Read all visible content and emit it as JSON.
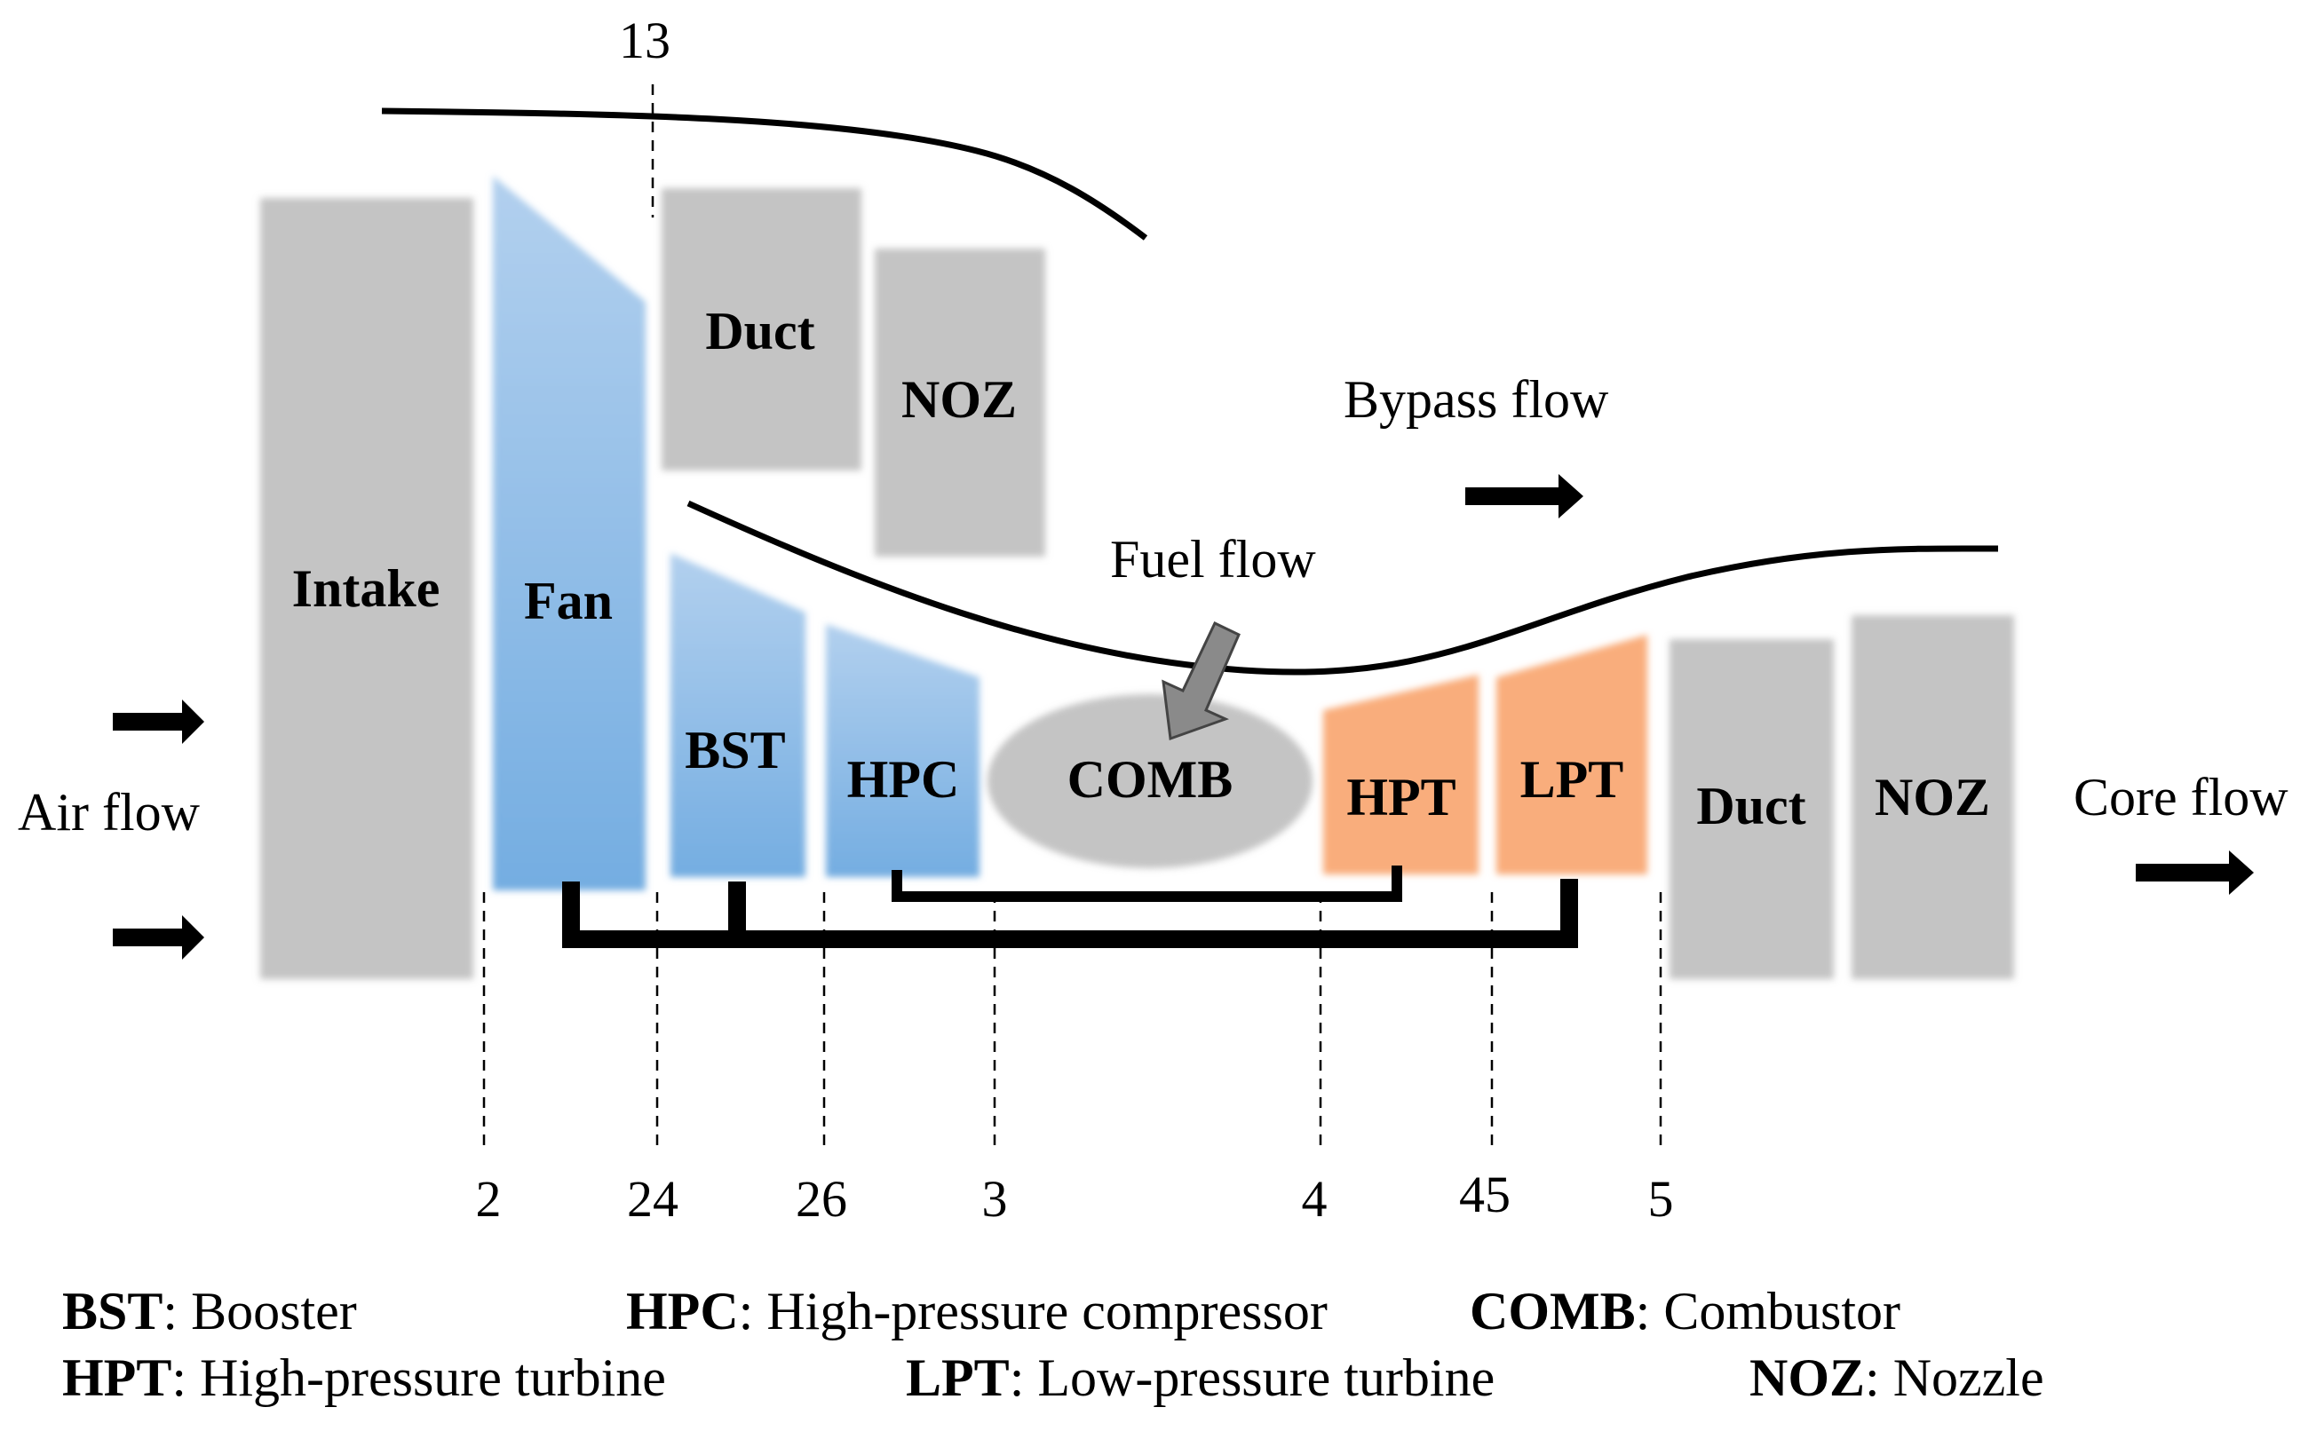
{
  "components": {
    "intake": "Intake",
    "fan": "Fan",
    "bypass_duct": "Duct",
    "bypass_nozzle": "NOZ",
    "booster": "BST",
    "hpc": "HPC",
    "combustor": "COMB",
    "hpt": "HPT",
    "lpt": "LPT",
    "core_duct": "Duct",
    "core_nozzle": "NOZ"
  },
  "flows": {
    "air": "Air flow",
    "bypass": "Bypass flow",
    "fuel": "Fuel flow",
    "core": "Core flow"
  },
  "stations": {
    "s13": "13",
    "s2": "2",
    "s24": "24",
    "s26": "26",
    "s3": "3",
    "s4": "4",
    "s45": "45",
    "s5": "5"
  },
  "legend": [
    {
      "abbr": "BST",
      "desc": ": Booster"
    },
    {
      "abbr": "HPC",
      "desc": ": High-pressure compressor"
    },
    {
      "abbr": "COMB",
      "desc": ": Combustor"
    },
    {
      "abbr": "HPT",
      "desc": ": High-pressure turbine"
    },
    {
      "abbr": "LPT",
      "desc": ": Low-pressure turbine"
    },
    {
      "abbr": "NOZ",
      "desc": ": Nozzle"
    }
  ],
  "colors": {
    "gray_block": "#c4c4c4",
    "compressor_blue_top": "#a9c9ea",
    "compressor_blue_bottom": "#78b0e2",
    "turbine_orange": "#f9ad7c",
    "line": "#000000"
  }
}
